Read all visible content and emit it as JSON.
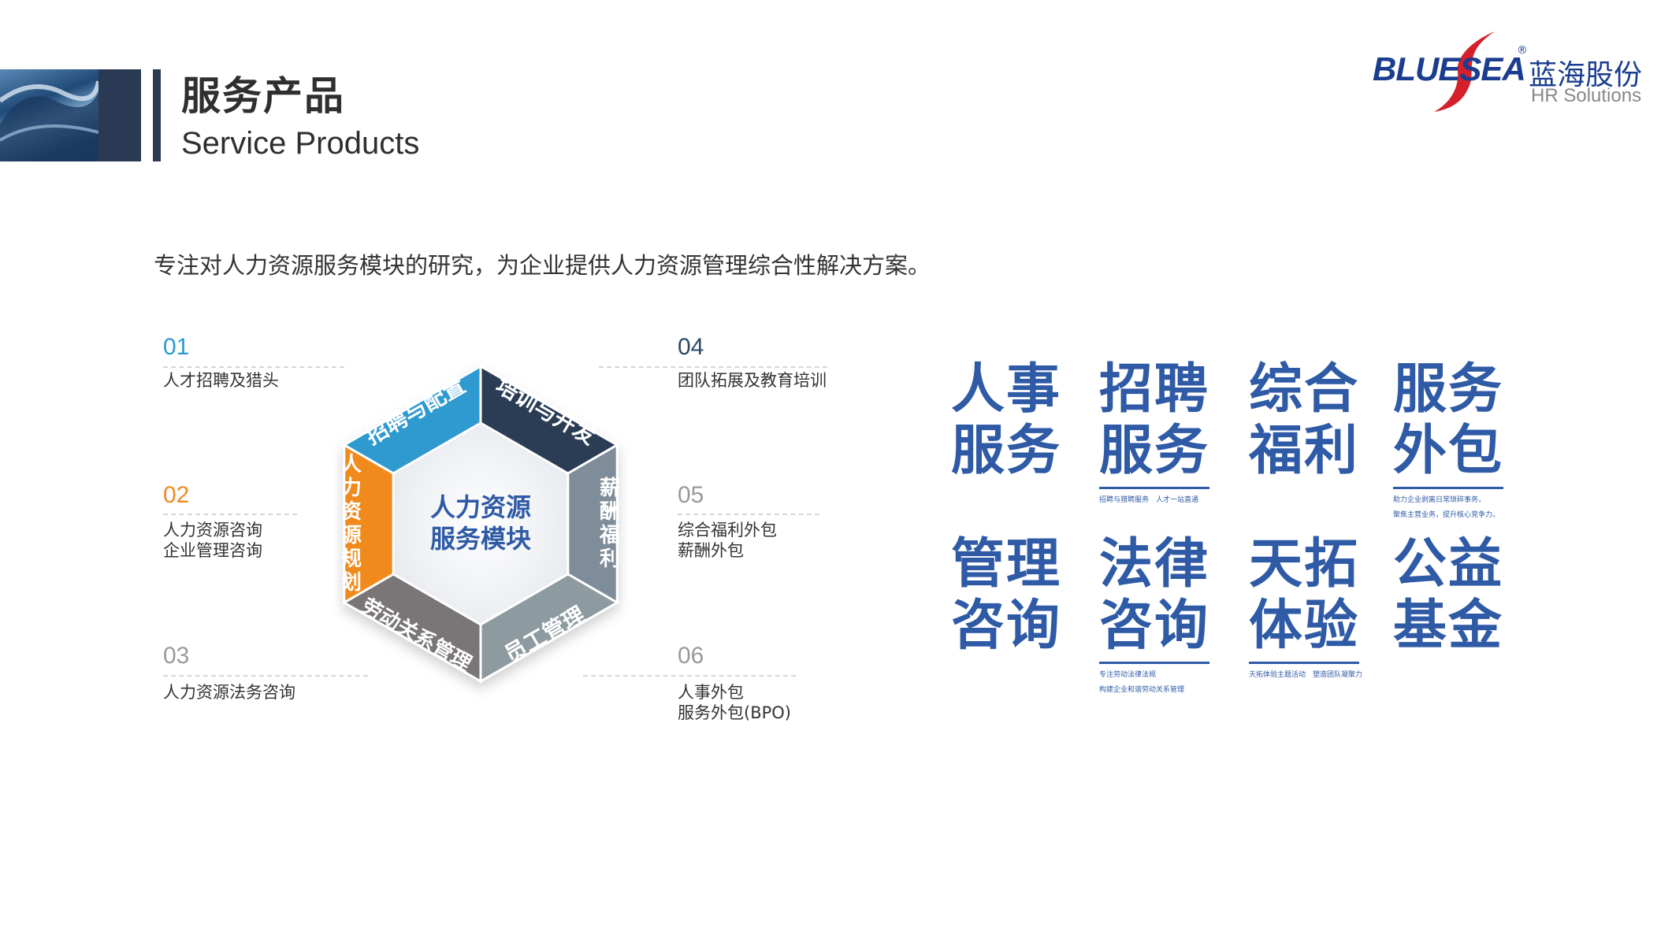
{
  "header": {
    "title_cn": "服务产品",
    "title_en": "Service Products"
  },
  "logo": {
    "en": "BLUESEA",
    "cn": "蓝海股份",
    "sub": "HR Solutions",
    "reg": "®"
  },
  "intro": "专注对人力资源服务模块的研究，为企业提供人力资源管理综合性解决方案。",
  "items": [
    {
      "num": "01",
      "lines": [
        "人才招聘及猎头"
      ],
      "color": "#2a9ad1"
    },
    {
      "num": "02",
      "lines": [
        "人力资源咨询",
        "企业管理咨询"
      ],
      "color": "#f08a24"
    },
    {
      "num": "03",
      "lines": [
        "人力资源法务咨询"
      ],
      "color": "#9a9a9a"
    },
    {
      "num": "04",
      "lines": [
        "团队拓展及教育培训"
      ],
      "color": "#2c4a66"
    },
    {
      "num": "05",
      "lines": [
        "综合福利外包",
        "薪酬外包"
      ],
      "color": "#9a9a9a"
    },
    {
      "num": "06",
      "lines": [
        "人事外包",
        "服务外包(BPO)"
      ],
      "color": "#9a9a9a"
    }
  ],
  "hexagon": {
    "center": [
      "人力资源",
      "服务模块"
    ],
    "segments": [
      {
        "label": "招聘与配置",
        "color": "#2e9ad0"
      },
      {
        "label": "培训与开发",
        "color": "#2c3e55"
      },
      {
        "label": "薪酬福利",
        "color": "#7f8c99"
      },
      {
        "label": "员工管理",
        "color": "#8d9aa0"
      },
      {
        "label": "劳动关系管理",
        "color": "#7a7576"
      },
      {
        "label": "人力资源规划",
        "color": "#f08a1e"
      }
    ]
  },
  "services": [
    {
      "l1": "人事",
      "l2": "服务",
      "tiny": []
    },
    {
      "l1": "招聘",
      "l2": "服务",
      "tiny": [
        "招聘与猎聘服务　人才一站直通"
      ]
    },
    {
      "l1": "综合",
      "l2": "福利",
      "tiny": []
    },
    {
      "l1": "服务",
      "l2": "外包",
      "tiny": [
        "助力企业剥离日常琐碎事务，",
        "聚焦主营业务，提升核心竞争力。"
      ]
    },
    {
      "l1": "管理",
      "l2": "咨询",
      "tiny": []
    },
    {
      "l1": "法律",
      "l2": "咨询",
      "tiny": [
        "专注劳动法律法规",
        "构建企业和谐劳动关系管理"
      ]
    },
    {
      "l1": "天拓",
      "l2": "体验",
      "tiny": [
        "天拓体验主题活动　塑造团队凝聚力"
      ]
    },
    {
      "l1": "公益",
      "l2": "基金",
      "tiny": []
    }
  ],
  "colors": {
    "accent": "#2f5aa6",
    "header_dark": "#2a3a54"
  }
}
